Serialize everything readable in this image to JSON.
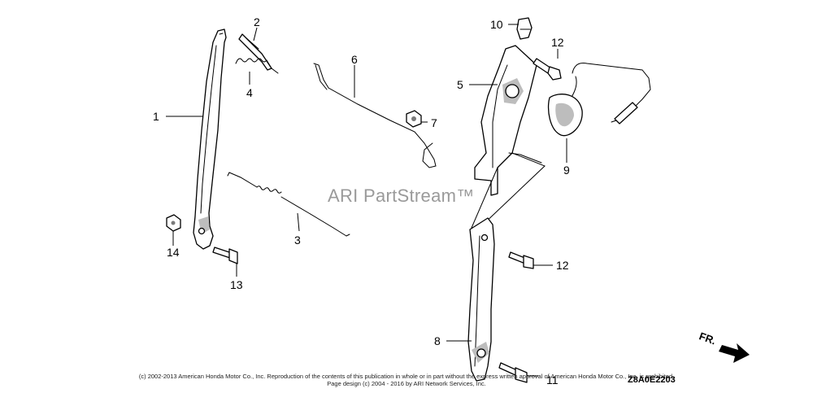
{
  "diagram": {
    "watermark": "ARI PartStream™",
    "reference_code": "Z8A0E2203",
    "direction_label": "FR.",
    "copyright_line1": "(c) 2002-2013 American Honda Motor Co., Inc. Reproduction of the contents of this publication in whole or in part without the express written approval of American Honda Motor Co., Inc. is prohibited.",
    "copyright_line2": "Page design (c) 2004 - 2016 by ARI Network Services, Inc.",
    "callouts": [
      "1",
      "2",
      "3",
      "4",
      "5",
      "6",
      "7",
      "8",
      "9",
      "10",
      "11",
      "12",
      "12",
      "13",
      "14"
    ]
  }
}
